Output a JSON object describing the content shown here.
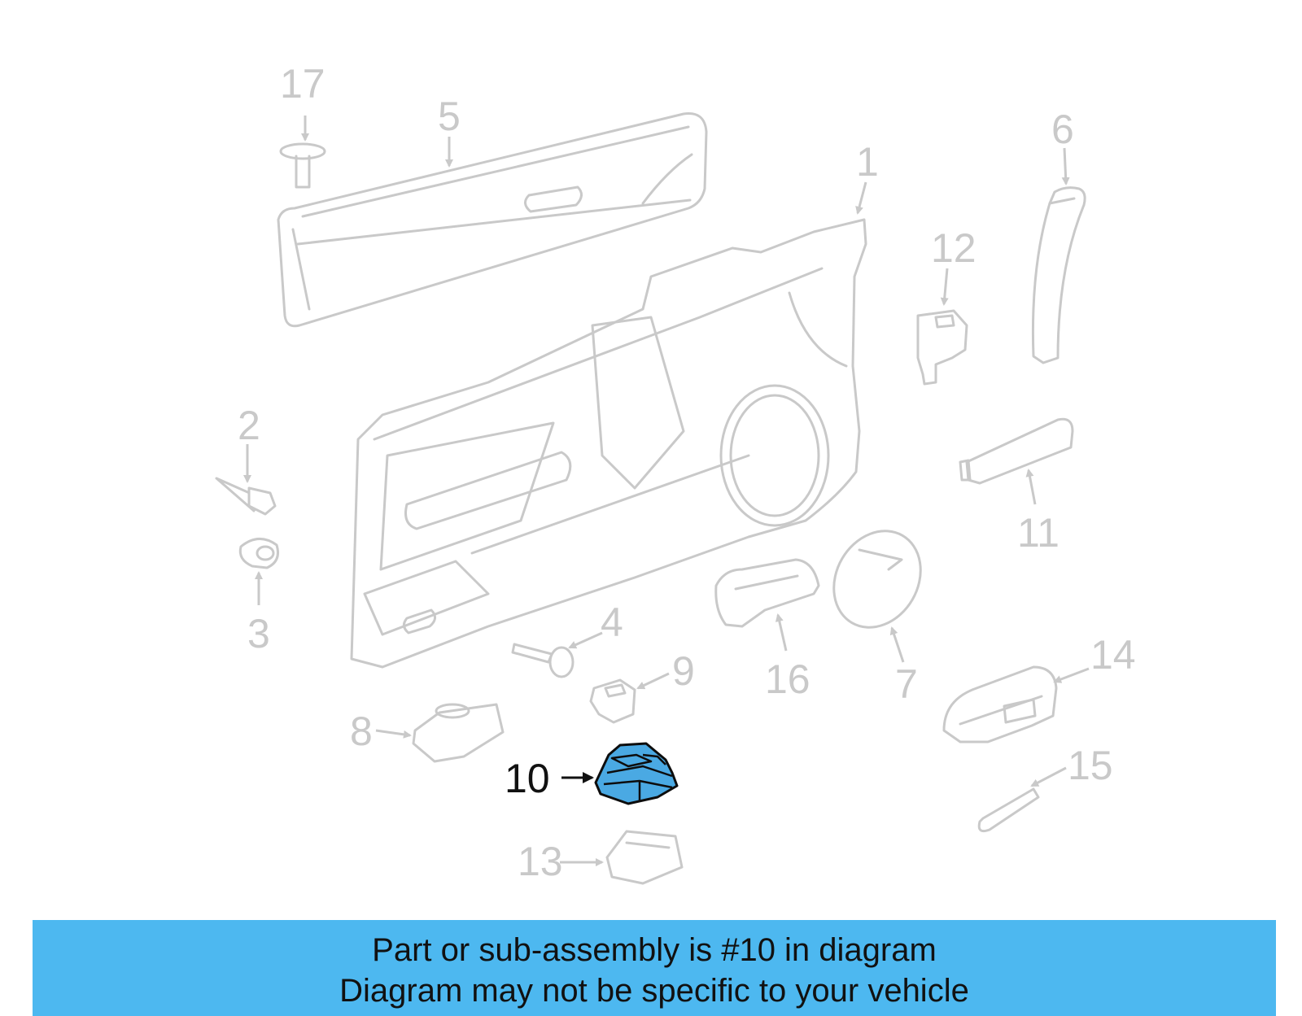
{
  "diagram": {
    "callouts": {
      "c1": "1",
      "c2": "2",
      "c3": "3",
      "c4": "4",
      "c5": "5",
      "c6": "6",
      "c7": "7",
      "c8": "8",
      "c9": "9",
      "c10": "10",
      "c11": "11",
      "c12": "12",
      "c13": "13",
      "c14": "14",
      "c15": "15",
      "c16": "16",
      "c17": "17"
    },
    "highlighted_callout": "10",
    "colors": {
      "part_outline": "#c9c9c9",
      "highlight_fill": "#4aa9e3",
      "highlight_stroke": "#0d0d0d"
    }
  },
  "banner": {
    "line1": "Part or sub-assembly is #10 in diagram",
    "line2": "Diagram may not be specific to your vehicle",
    "background": "#4db8f0"
  }
}
